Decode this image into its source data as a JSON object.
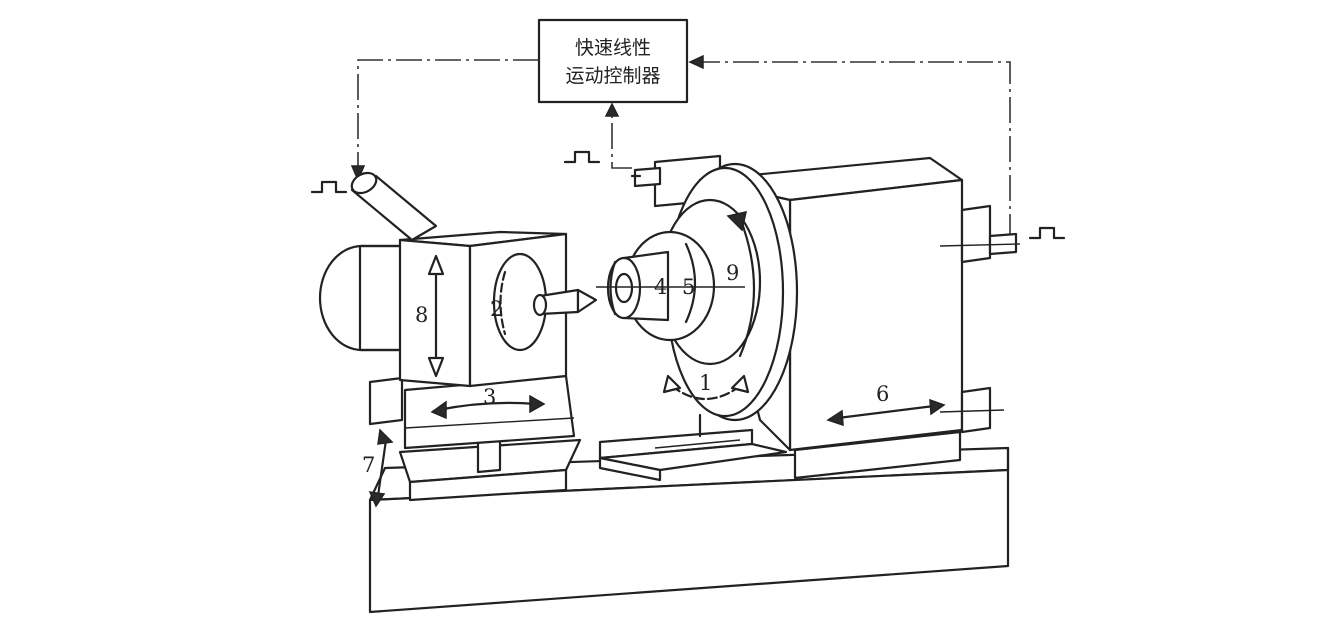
{
  "controller": {
    "line1": "快速线性",
    "line2": "运动控制器"
  },
  "labels": {
    "n1": "1",
    "n2": "2",
    "n3": "3",
    "n4": "4",
    "n5": "5",
    "n6": "6",
    "n7": "7",
    "n8": "8",
    "n9": "9"
  }
}
